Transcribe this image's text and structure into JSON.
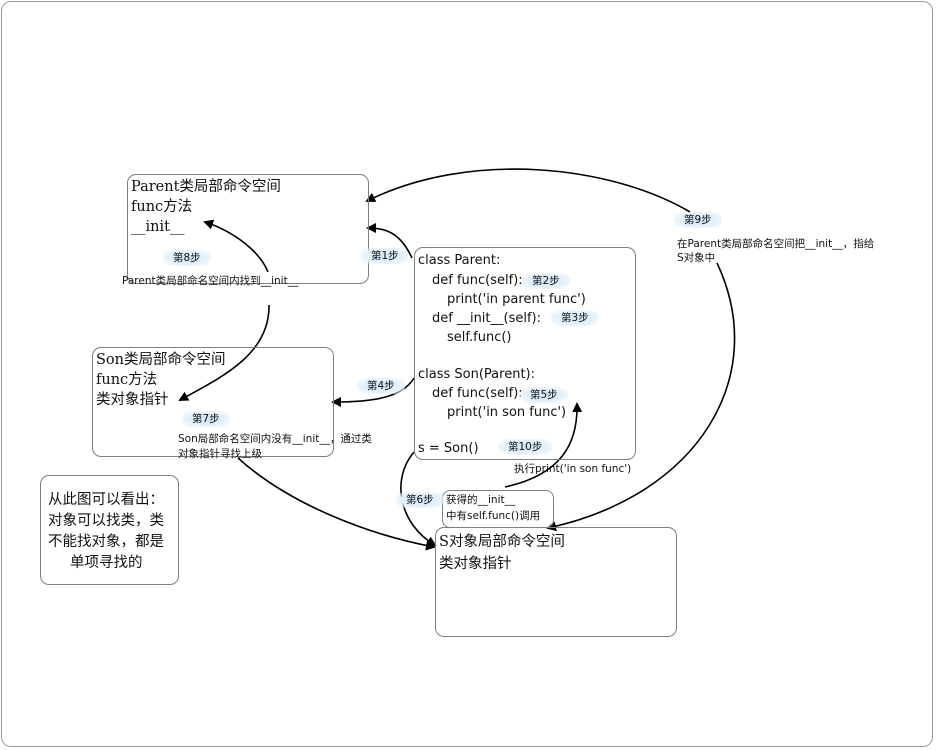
{
  "parent_ns": {
    "title": "Parent类局部命令空间",
    "line2": "func方法",
    "line3": "__init__"
  },
  "son_ns": {
    "title": "Son类局部命令空间",
    "line2": "func方法",
    "line3": "类对象指针"
  },
  "s_ns": {
    "title": "S对象局部命令空间",
    "line2": "类对象指针"
  },
  "conclusion": {
    "line1": "从此图可以看出：",
    "line2": "对象可以找类，类",
    "line3": "不能找对象，都是",
    "line4": "单项寻找的"
  },
  "code": {
    "l1": "class Parent:",
    "l2": "def func(self):",
    "l3": "print('in parent func')",
    "l4": "def __init__(self):",
    "l5": "self.func()",
    "l6": "class Son(Parent):",
    "l7": "def func(self):",
    "l8": "print('in son func')",
    "l9": "s = Son()"
  },
  "steps": {
    "s1": "第1步",
    "s2": "第2步",
    "s3": "第3步",
    "s4": "第4步",
    "s5": "第5步",
    "s6": "第6步",
    "s7": "第7步",
    "s8": "第8步",
    "s9": "第9步",
    "s10": "第10步"
  },
  "notes": {
    "found_init": "Parent类局部命名空间内找到__init__",
    "son_search_1": "Son局部命名空间内没有__init__，通过类",
    "son_search_2": "对象指针寻找上级",
    "step9_1": "在Parent类局部命名空间把__init__，指给",
    "step9_2": "S对象中",
    "got_init_1": "获得的__init__",
    "got_init_2": "中有self.func()调用",
    "exec_print": "执行print('in son func')"
  },
  "colors": {
    "border": "#7f7f7f",
    "badge": "#cfe6f7",
    "arrow": "#000000"
  }
}
